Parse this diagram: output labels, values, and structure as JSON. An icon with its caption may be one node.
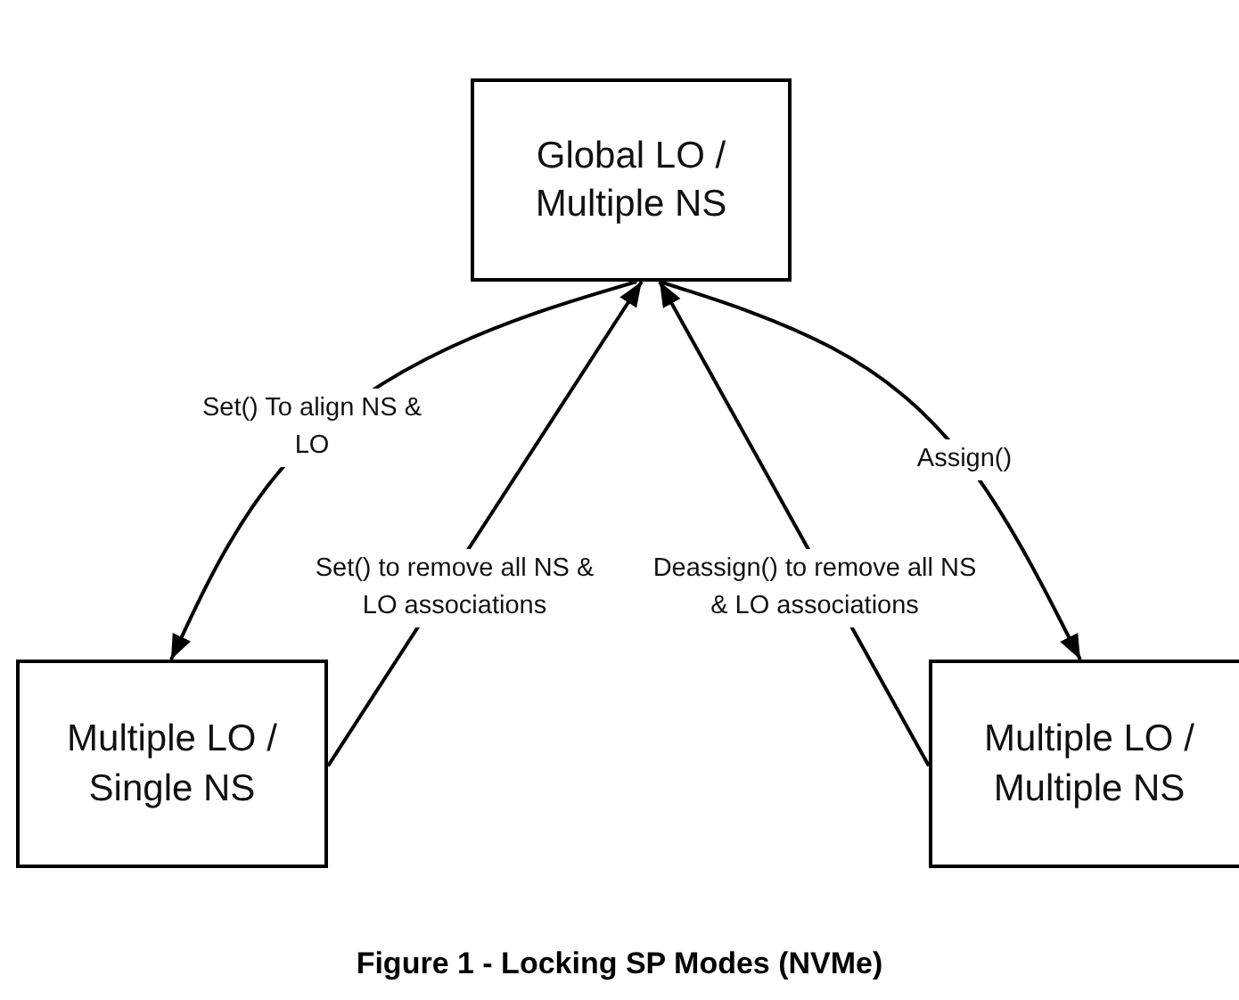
{
  "diagram": {
    "caption": "Figure 1 - Locking SP Modes (NVMe)",
    "nodes": [
      {
        "text": [
          "Global LO / Multiple NS"
        ]
      },
      {
        "text": [
          "Multiple LO / Single NS"
        ]
      },
      {
        "text": [
          "Multiple LO / Multiple NS"
        ]
      }
    ],
    "edges": [
      {
        "from": 0,
        "to": 1,
        "arrow": "to",
        "label": "Set() To align NS & LO"
      },
      {
        "from": 1,
        "to": 0,
        "arrow": "to",
        "label": "Set() to remove all NS & LO associations"
      },
      {
        "from": 2,
        "to": 0,
        "arrow": "to",
        "label": "Deassign() to remove all NS & LO associations"
      },
      {
        "from": 0,
        "to": 2,
        "arrow": "to",
        "label": "Assign()"
      }
    ]
  }
}
